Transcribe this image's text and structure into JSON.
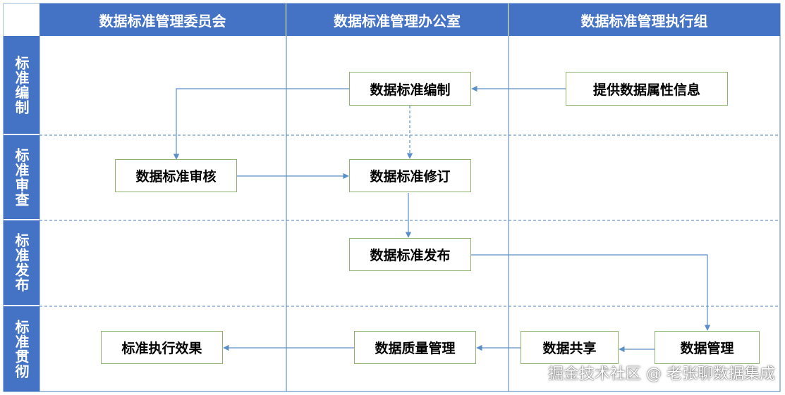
{
  "columns": [
    {
      "label": "数据标准管理委员会"
    },
    {
      "label": "数据标准管理办公室"
    },
    {
      "label": "数据标准管理执行组"
    }
  ],
  "rows": [
    {
      "label": "标准编制"
    },
    {
      "label": "标准审查"
    },
    {
      "label": "标准发布"
    },
    {
      "label": "标准贯彻"
    }
  ],
  "nodes": {
    "provide_attr": "提供数据属性信息",
    "std_compile": "数据标准编制",
    "std_review": "数据标准审核",
    "std_revise": "数据标准修订",
    "std_publish": "数据标准发布",
    "data_manage": "数据管理",
    "data_share": "数据共享",
    "quality_manage": "数据质量管理",
    "exec_effect": "标准执行效果"
  },
  "watermark": "掘金技术社区 @ 老张聊数据集成",
  "colors": {
    "header_bg": "#4472c4",
    "node_border": "#8fb46f",
    "line": "#4a7ebb",
    "arrow": "#5b8fc7"
  }
}
